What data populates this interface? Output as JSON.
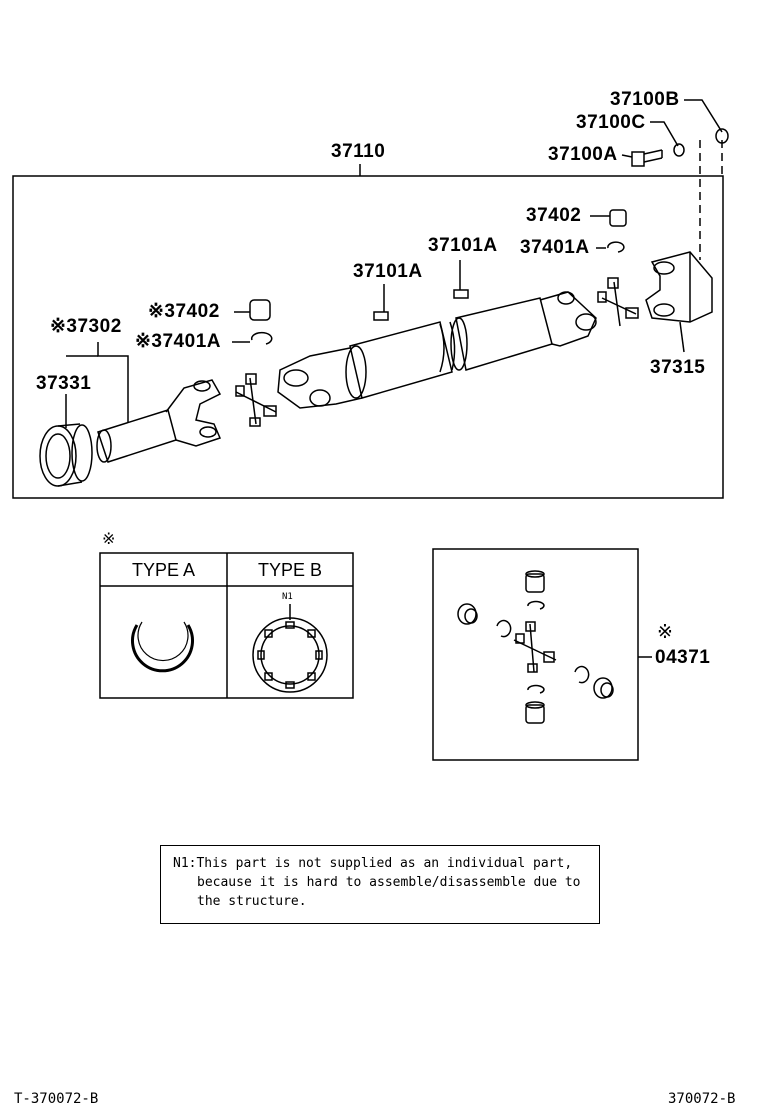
{
  "labels": {
    "p37100B": "37100B",
    "p37100C": "37100C",
    "p37100A": "37100A",
    "p37110": "37110",
    "p37402_right": "37402",
    "p37101A_right": "37101A",
    "p37401A_right": "37401A",
    "p37101A_left": "37101A",
    "p37402_left": "※37402",
    "p37302": "※37302",
    "p37401A_left": "※37401A",
    "p37331": "37331",
    "p37315": "37315",
    "p04371_mark": "※",
    "p04371": "04371"
  },
  "type_table": {
    "mark": "※",
    "type_a": "TYPE A",
    "type_b": "TYPE B",
    "n1_label": "N1"
  },
  "note": {
    "line1": "N1:This part is not supplied as an individual part,",
    "line2": "because it is hard to assemble/disassemble due to",
    "line3": "the structure."
  },
  "footer": {
    "left": "T-370072-B",
    "right": "370072-B"
  }
}
